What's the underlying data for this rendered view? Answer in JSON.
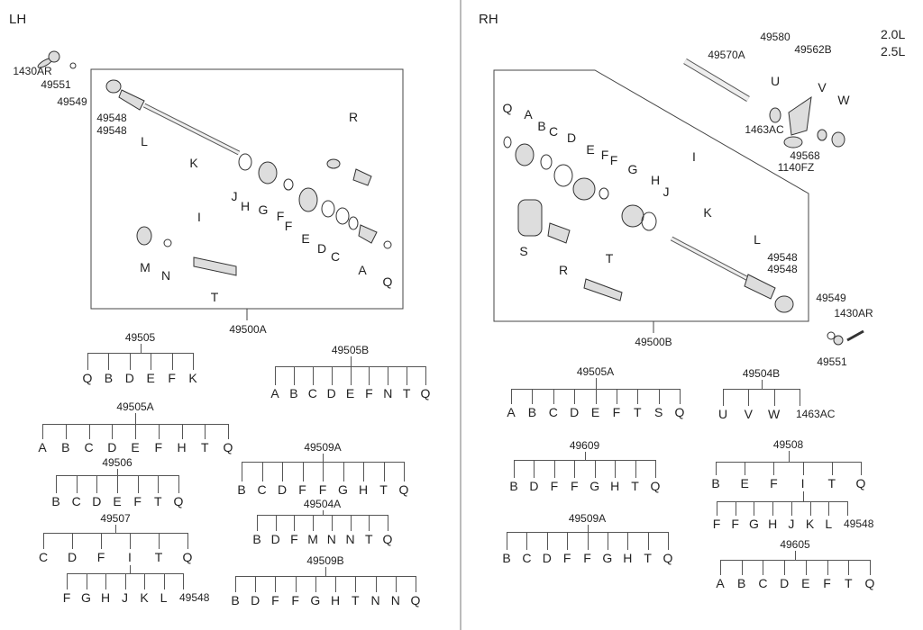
{
  "lh": {
    "side_label": "LH",
    "assembly_label": "49500A",
    "callouts": [
      "1430AR",
      "49551",
      "49549",
      "49548",
      "49548",
      "L",
      "K",
      "R",
      "J",
      "H",
      "G",
      "F",
      "F",
      "E",
      "D",
      "C",
      "A",
      "Q",
      "I",
      "M",
      "N",
      "T"
    ],
    "trees": [
      {
        "title": "49505",
        "children": [
          "Q",
          "B",
          "D",
          "E",
          "F",
          "K"
        ]
      },
      {
        "title": "49505B",
        "children": [
          "A",
          "B",
          "C",
          "D",
          "E",
          "F",
          "N",
          "T",
          "Q"
        ]
      },
      {
        "title": "49505A",
        "children": [
          "A",
          "B",
          "C",
          "D",
          "E",
          "F",
          "H",
          "T",
          "Q"
        ]
      },
      {
        "title": "49506",
        "children": [
          "B",
          "C",
          "D",
          "E",
          "F",
          "T",
          "Q"
        ]
      },
      {
        "title": "49507",
        "children": [
          "C",
          "D",
          "F",
          "I",
          "T",
          "Q"
        ],
        "sub": [
          "F",
          "G",
          "H",
          "J",
          "K",
          "L",
          "49548"
        ]
      },
      {
        "title": "49509A",
        "children": [
          "B",
          "C",
          "D",
          "F",
          "F",
          "G",
          "H",
          "T",
          "Q"
        ]
      },
      {
        "title": "49504A",
        "children": [
          "B",
          "D",
          "F",
          "M",
          "N",
          "N",
          "T",
          "Q"
        ]
      },
      {
        "title": "49509B",
        "children": [
          "B",
          "D",
          "F",
          "F",
          "G",
          "H",
          "T",
          "N",
          "N",
          "Q"
        ]
      }
    ]
  },
  "rh": {
    "side_label": "RH",
    "engine_labels": [
      "2.0L",
      "2.5L"
    ],
    "assembly_label": "49500B",
    "callouts": [
      "49580",
      "49562B",
      "49570A",
      "U",
      "V",
      "W",
      "1463AC",
      "49568",
      "1140FZ",
      "Q",
      "A",
      "B",
      "C",
      "D",
      "E",
      "F",
      "F",
      "G",
      "I",
      "H",
      "J",
      "K",
      "L",
      "49548",
      "49548",
      "S",
      "R",
      "T",
      "49549",
      "1430AR",
      "49551"
    ],
    "trees": [
      {
        "title": "49505A",
        "children": [
          "A",
          "B",
          "C",
          "D",
          "E",
          "F",
          "T",
          "S",
          "Q"
        ]
      },
      {
        "title": "49504B",
        "children": [
          "U",
          "V",
          "W",
          "1463AC"
        ]
      },
      {
        "title": "49609",
        "children": [
          "B",
          "D",
          "F",
          "F",
          "G",
          "H",
          "T",
          "Q"
        ]
      },
      {
        "title": "49508",
        "children": [
          "B",
          "E",
          "F",
          "I",
          "T",
          "Q"
        ],
        "sub": [
          "F",
          "F",
          "G",
          "H",
          "J",
          "K",
          "L",
          "49548"
        ]
      },
      {
        "title": "49509A",
        "children": [
          "B",
          "C",
          "D",
          "F",
          "F",
          "G",
          "H",
          "T",
          "Q"
        ]
      },
      {
        "title": "49605",
        "children": [
          "A",
          "B",
          "C",
          "D",
          "E",
          "F",
          "T",
          "Q"
        ]
      }
    ]
  }
}
